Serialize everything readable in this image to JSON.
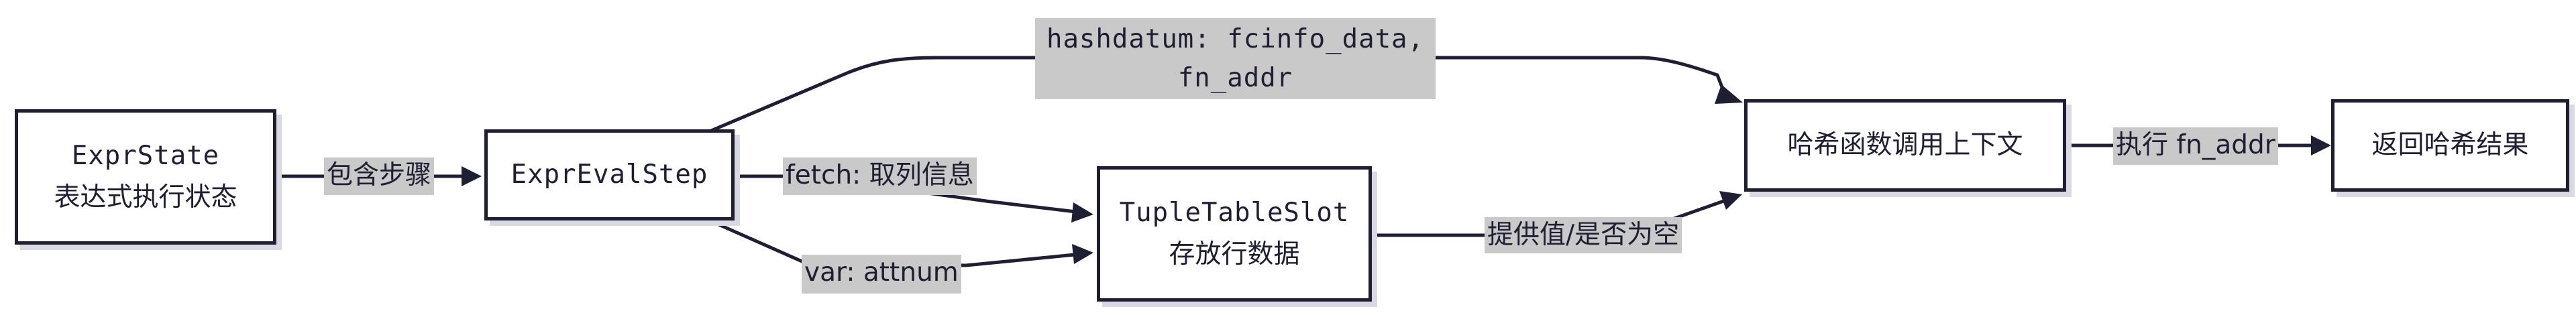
{
  "nodes": {
    "expr_state": {
      "line1": "ExprState",
      "line2": "表达式执行状态"
    },
    "expr_eval_step": {
      "line1": "ExprEvalStep"
    },
    "tuple_table_slot": {
      "line1": "TupleTableSlot",
      "line2": "存放行数据"
    },
    "hash_context": {
      "line1": "哈希函数调用上下文"
    },
    "hash_result": {
      "line1": "返回哈希结果"
    }
  },
  "edges": {
    "contains_steps": "包含步骤",
    "hashdatum_line1": "hashdatum: fcinfo_data,",
    "hashdatum_line2": "fn_addr",
    "fetch": "fetch: 取列信息",
    "var_attnum": "var: attnum",
    "provide_value": "提供值/是否为空",
    "exec_fn_addr": "执行 fn_addr"
  }
}
